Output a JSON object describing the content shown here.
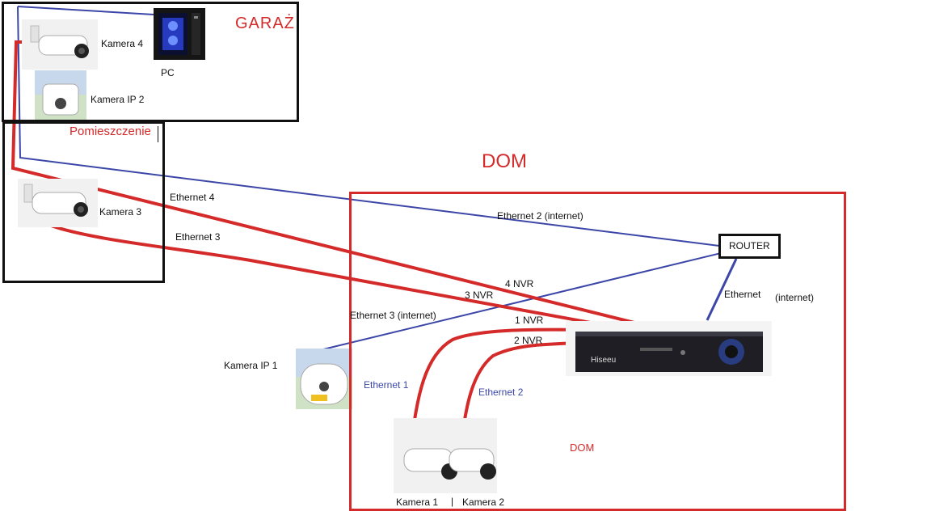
{
  "labels": {
    "garage": "GARAŻ",
    "room": "Pomieszczenie",
    "house_title": "DOM",
    "house_inner": "DOM",
    "router": "ROUTER",
    "pc": "PC",
    "camera1": "Kamera 1",
    "camera2": "Kamera 2",
    "separator": "|",
    "camera3": "Kamera 3",
    "camera4": "Kamera 4",
    "ip_camera1": "Kamera IP 1",
    "ip_camera2": "Kamera IP 2"
  },
  "links": {
    "eth4": "Ethernet 4",
    "eth3": "Ethernet 3",
    "eth2_internet": "Ethernet 2 (internet)",
    "eth3_internet": "Ethernet 3 (internet)",
    "eth_router": "Ethernet",
    "internet": "(internet)",
    "eth1": "Ethernet 1",
    "eth2": "Ethernet 2",
    "nvr1": "1 NVR",
    "nvr2": "2 NVR",
    "nvr3": "3 NVR",
    "nvr4": "4 NVR"
  },
  "nvr_brand": "Hiseeu",
  "colors": {
    "red": "#d42a2a",
    "blue": "#3b46a8",
    "black": "#111111"
  }
}
